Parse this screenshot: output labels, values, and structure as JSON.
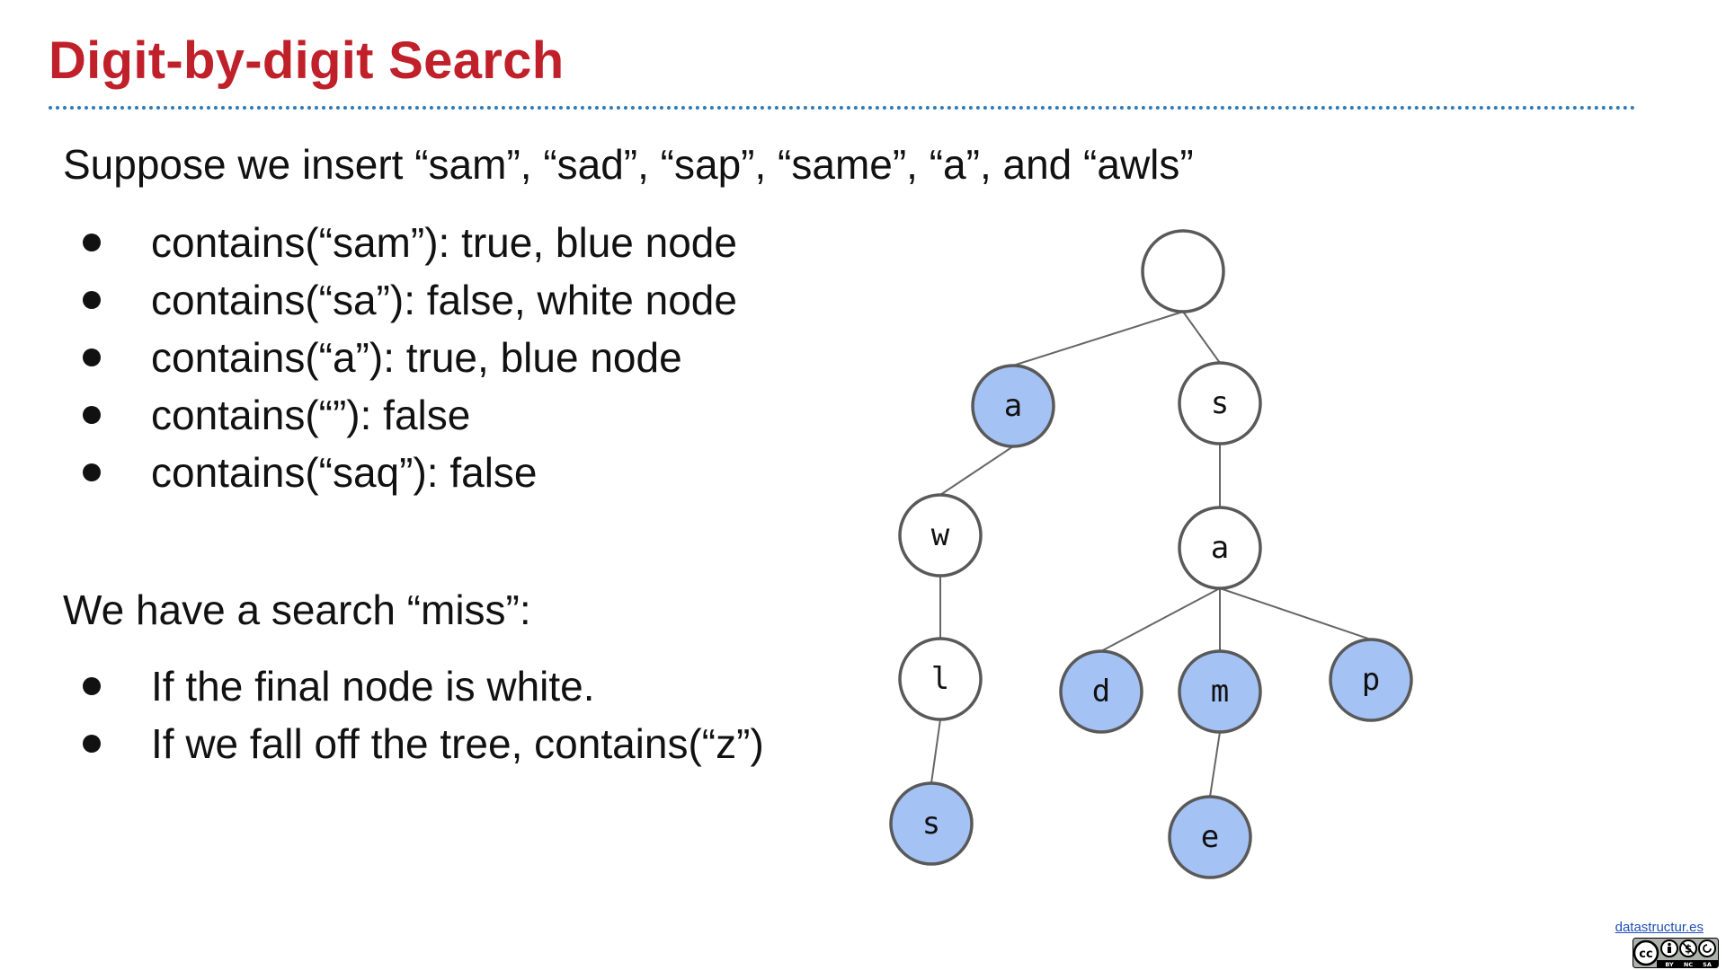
{
  "slide": {
    "title": "Digit-by-digit Search",
    "intro": "Suppose we insert “sam”, “sad”, “sap”, “same”, “a”, and “awls”",
    "contains_bullets": [
      "contains(“sam”): true, blue node",
      "contains(“sa”): false, white node",
      "contains(“a”): true, blue node",
      "contains(“”): false",
      "contains(“saq”): false"
    ],
    "miss_heading": "We have a search “miss”:",
    "miss_bullets": [
      "If the final node is white.",
      "If we fall off the tree, contains(“z”)"
    ]
  },
  "trie": {
    "colors": {
      "key_node_fill": "#a4c2f4",
      "plain_node_fill": "#ffffff",
      "node_stroke": "#595959",
      "edge": "#666666"
    },
    "nodes": [
      {
        "id": "root",
        "label": "",
        "key": false
      },
      {
        "id": "a",
        "label": "a",
        "key": true
      },
      {
        "id": "s",
        "label": "s",
        "key": false
      },
      {
        "id": "aw",
        "label": "w",
        "key": false
      },
      {
        "id": "awl",
        "label": "l",
        "key": false
      },
      {
        "id": "awls",
        "label": "s",
        "key": true
      },
      {
        "id": "sa",
        "label": "a",
        "key": false
      },
      {
        "id": "sad",
        "label": "d",
        "key": true
      },
      {
        "id": "sam",
        "label": "m",
        "key": true
      },
      {
        "id": "sap",
        "label": "p",
        "key": true
      },
      {
        "id": "same",
        "label": "e",
        "key": true
      }
    ],
    "edges": [
      [
        "root",
        "a"
      ],
      [
        "root",
        "s"
      ],
      [
        "a",
        "aw"
      ],
      [
        "aw",
        "awl"
      ],
      [
        "awl",
        "awls"
      ],
      [
        "s",
        "sa"
      ],
      [
        "sa",
        "sad"
      ],
      [
        "sa",
        "sam"
      ],
      [
        "sa",
        "sap"
      ],
      [
        "sam",
        "same"
      ]
    ]
  },
  "footer": {
    "link_text": "datastructur.es",
    "license_icon": "cc-by-nc-sa-icon",
    "license_labels": [
      "cc",
      "BY",
      "NC",
      "SA"
    ]
  }
}
